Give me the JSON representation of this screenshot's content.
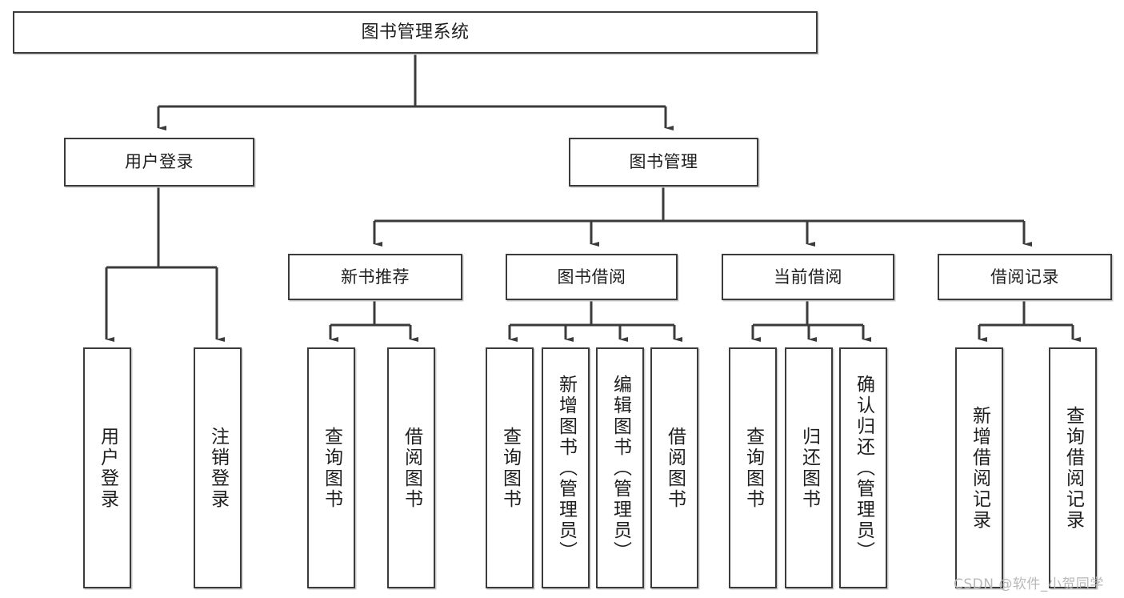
{
  "diagram": {
    "title": "图书管理系统",
    "type": "hierarchy-tree",
    "root": {
      "label": "图书管理系统"
    },
    "level2": [
      {
        "label": "用户登录"
      },
      {
        "label": "图书管理"
      }
    ],
    "level3": [
      {
        "label": "新书推荐"
      },
      {
        "label": "图书借阅"
      },
      {
        "label": "当前借阅"
      },
      {
        "label": "借阅记录"
      }
    ],
    "leaves": {
      "user_login": [
        {
          "label": "用户登录"
        },
        {
          "label": "注销登录"
        }
      ],
      "new_book_recommend": [
        {
          "label": "查询图书"
        },
        {
          "label": "借阅图书"
        }
      ],
      "book_borrow": [
        {
          "label": "查询图书"
        },
        {
          "label": "新增图书（管理员）"
        },
        {
          "label": "编辑图书（管理员）"
        },
        {
          "label": "借阅图书"
        }
      ],
      "current_borrow": [
        {
          "label": "查询图书"
        },
        {
          "label": "归还图书"
        },
        {
          "label": "确认归还（管理员）"
        }
      ],
      "borrow_record": [
        {
          "label": "新增借阅记录"
        },
        {
          "label": "查询借阅记录"
        }
      ]
    }
  },
  "watermark": {
    "text": "CSDN @软件_小贺同学"
  },
  "colors": {
    "stroke": "#3b3b3b",
    "text": "#1f1f1f",
    "background": "#ffffff",
    "watermark": "#b8b8b8"
  }
}
